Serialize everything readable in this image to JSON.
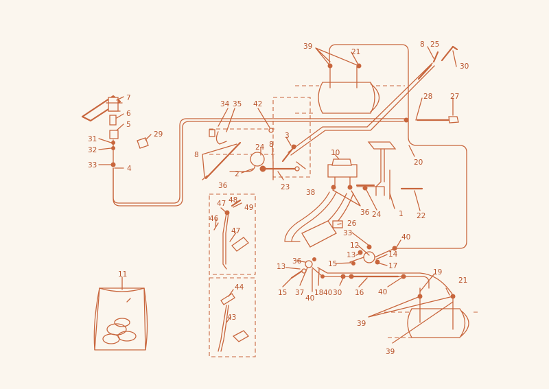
{
  "colors": {
    "background": "#fbf6ee",
    "line": "#c8663d",
    "text": "#b9552d"
  },
  "callouts": [
    {
      "id": "c1",
      "text": "1"
    },
    {
      "id": "c2",
      "text": "2"
    },
    {
      "id": "c3",
      "text": "3"
    },
    {
      "id": "c4",
      "text": "4"
    },
    {
      "id": "c5",
      "text": "5"
    },
    {
      "id": "c6",
      "text": "6"
    },
    {
      "id": "c7",
      "text": "7"
    },
    {
      "id": "c8a",
      "text": "8"
    },
    {
      "id": "c8b",
      "text": "8"
    },
    {
      "id": "c8c",
      "text": "8"
    },
    {
      "id": "c10",
      "text": "10"
    },
    {
      "id": "c11",
      "text": "11"
    },
    {
      "id": "c12",
      "text": "12"
    },
    {
      "id": "c13a",
      "text": "13"
    },
    {
      "id": "c13b",
      "text": "13"
    },
    {
      "id": "c14",
      "text": "14"
    },
    {
      "id": "c15a",
      "text": "15"
    },
    {
      "id": "c15b",
      "text": "15"
    },
    {
      "id": "c16",
      "text": "16"
    },
    {
      "id": "c17",
      "text": "17"
    },
    {
      "id": "c18",
      "text": "18"
    },
    {
      "id": "c19",
      "text": "19"
    },
    {
      "id": "c20",
      "text": "20"
    },
    {
      "id": "c21a",
      "text": "21"
    },
    {
      "id": "c21b",
      "text": "21"
    },
    {
      "id": "c22",
      "text": "22"
    },
    {
      "id": "c23",
      "text": "23"
    },
    {
      "id": "c24a",
      "text": "24"
    },
    {
      "id": "c24b",
      "text": "24"
    },
    {
      "id": "c25",
      "text": "25"
    },
    {
      "id": "c26",
      "text": "26"
    },
    {
      "id": "c27",
      "text": "27"
    },
    {
      "id": "c28",
      "text": "28"
    },
    {
      "id": "c29",
      "text": "29"
    },
    {
      "id": "c30a",
      "text": "30"
    },
    {
      "id": "c30b",
      "text": "30"
    },
    {
      "id": "c31",
      "text": "31"
    },
    {
      "id": "c32",
      "text": "32"
    },
    {
      "id": "c33a",
      "text": "33"
    },
    {
      "id": "c33b",
      "text": "33"
    },
    {
      "id": "c34",
      "text": "34"
    },
    {
      "id": "c35",
      "text": "35"
    },
    {
      "id": "c36a",
      "text": "36"
    },
    {
      "id": "c36b",
      "text": "36"
    },
    {
      "id": "c36c",
      "text": "36"
    },
    {
      "id": "c37",
      "text": "37"
    },
    {
      "id": "c38",
      "text": "38"
    },
    {
      "id": "c39a",
      "text": "39"
    },
    {
      "id": "c39b",
      "text": "39"
    },
    {
      "id": "c39c",
      "text": "39"
    },
    {
      "id": "c40a",
      "text": "40"
    },
    {
      "id": "c40b",
      "text": "40"
    },
    {
      "id": "c40c",
      "text": "40"
    },
    {
      "id": "c40d",
      "text": "40"
    },
    {
      "id": "c42",
      "text": "42"
    },
    {
      "id": "c43",
      "text": "43"
    },
    {
      "id": "c44",
      "text": "44"
    },
    {
      "id": "c46",
      "text": "46"
    },
    {
      "id": "c47a",
      "text": "47"
    },
    {
      "id": "c47b",
      "text": "47"
    },
    {
      "id": "c48",
      "text": "48"
    },
    {
      "id": "c49",
      "text": "49"
    }
  ]
}
